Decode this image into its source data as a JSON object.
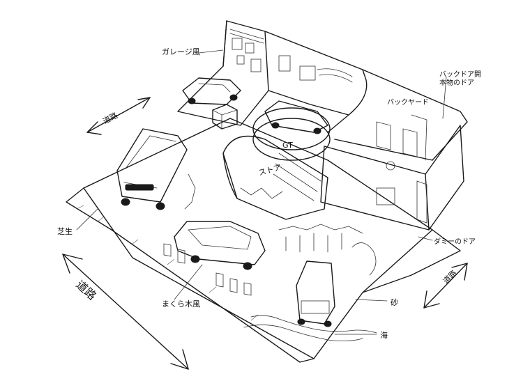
{
  "labels": {
    "garage_wall": "ガレージ風",
    "road_left": "道路",
    "back_door": "バックドア開",
    "back_door_2": "本物のドア",
    "backyard": "バックヤード",
    "store": "ストア",
    "gt": "GT",
    "lawn": "芝生",
    "road_bottom": "道路",
    "plaza": "まくら木風",
    "dummy_door": "ダミーのドア",
    "road_right": "道路",
    "sand": "砂",
    "sea": "海"
  }
}
